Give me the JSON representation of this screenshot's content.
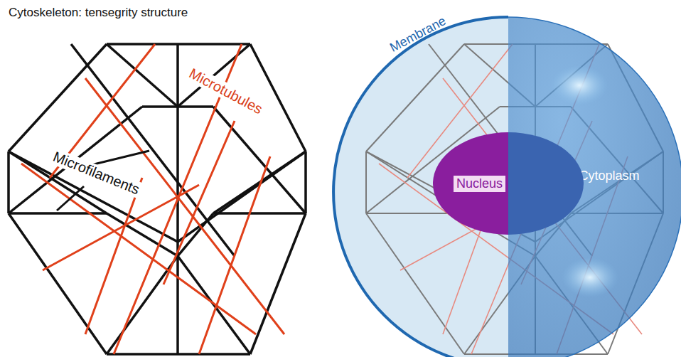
{
  "diagram": {
    "title": "Cytoskeleton: tensegrity structure",
    "nodes": [
      {
        "text": [
          "Nucleus"
        ]
      }
    ],
    "labels": [
      "Microtubules",
      "Microfilaments",
      "Membrane",
      "Cytoplasm"
    ]
  }
}
